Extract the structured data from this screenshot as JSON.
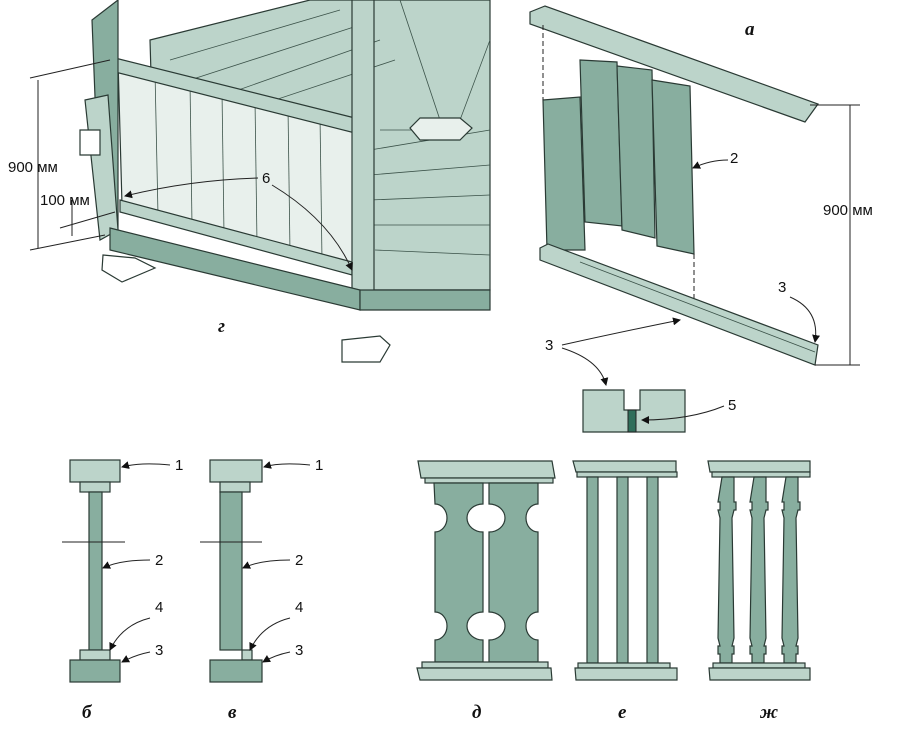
{
  "panel_g": {
    "letter": "г",
    "height_label": "900 мм",
    "offset_label": "100 мм",
    "callout_6": "6"
  },
  "panel_a": {
    "letter": "а",
    "height_label": "900 мм",
    "callout_2": "2",
    "callout_3a": "3",
    "callout_3b": "3",
    "callout_5": "5"
  },
  "panel_b": {
    "letter": "б",
    "callout_1": "1",
    "callout_2": "2",
    "callout_4": "4",
    "callout_3": "3"
  },
  "panel_v": {
    "letter": "в",
    "callout_1": "1",
    "callout_2": "2",
    "callout_4": "4",
    "callout_3": "3"
  },
  "panel_d": {
    "letter": "д"
  },
  "panel_e": {
    "letter": "е"
  },
  "panel_zh": {
    "letter": "ж"
  },
  "colors": {
    "dark": "#88ae9f",
    "light": "#bcd4ca"
  }
}
